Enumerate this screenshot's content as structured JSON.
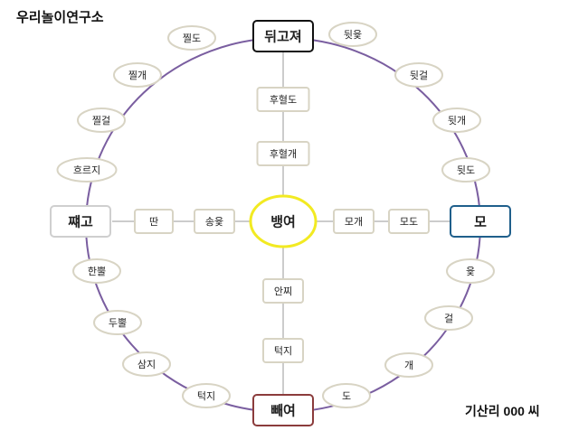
{
  "organization": "우리놀이연구소",
  "author": "기산리 000 씨",
  "colors": {
    "circle": "#7a5ea0",
    "axis": "#999999",
    "small_border": "#d8d4c4",
    "top_corner": "#111111",
    "right_corner": "#1f5f8b",
    "bottom_corner": "#8b3c3c",
    "left_corner": "#cfcfcf",
    "center": "#f2ea22"
  },
  "corners": {
    "top": "뒤고져",
    "right": "모",
    "bottom": "빼여",
    "left": "쨰고"
  },
  "center": "뱅여",
  "ring_right_upper": [
    "뒷윷",
    "뒷걸",
    "뒷개",
    "뒷도"
  ],
  "ring_right_lower": [
    "윷",
    "걸",
    "개",
    "도"
  ],
  "ring_left_lower": [
    "한뿔",
    "두뿔",
    "삼지",
    "턱지"
  ],
  "ring_left_upper": [
    "흐르지",
    "찔걸",
    "찔개",
    "찔도"
  ],
  "axis_top": [
    "후혈도",
    "후혈개"
  ],
  "axis_bottom": [
    "안찌",
    "턱지"
  ],
  "axis_left": [
    "딴",
    "송윷"
  ],
  "axis_right": [
    "모개",
    "모도"
  ]
}
